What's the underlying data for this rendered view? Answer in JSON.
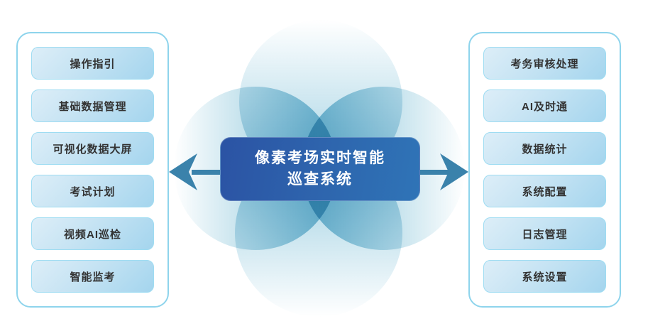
{
  "center": {
    "title_line1": "像素考场实时智能",
    "title_line2": "巡查系统"
  },
  "left_panel": {
    "items": [
      "操作指引",
      "基础数据管理",
      "可视化数据大屏",
      "考试计划",
      "视频AI巡检",
      "智能监考"
    ]
  },
  "right_panel": {
    "items": [
      "考务审核处理",
      "AI及时通",
      "数据统计",
      "系统配置",
      "日志管理",
      "系统设置"
    ]
  },
  "colors": {
    "center_box_blue_start": "#2b53a4",
    "center_box_blue_end": "#2f74b7",
    "arrow_blue": "#3a82ab",
    "panel_border": "#8ed4ec",
    "button_border": "#9edcf2",
    "button_fill_light": "#ddeef8",
    "button_fill_dark": "#a4d5ee",
    "circle_teal": "#58adcb",
    "button_text": "#333333",
    "center_text": "#ffffff"
  }
}
